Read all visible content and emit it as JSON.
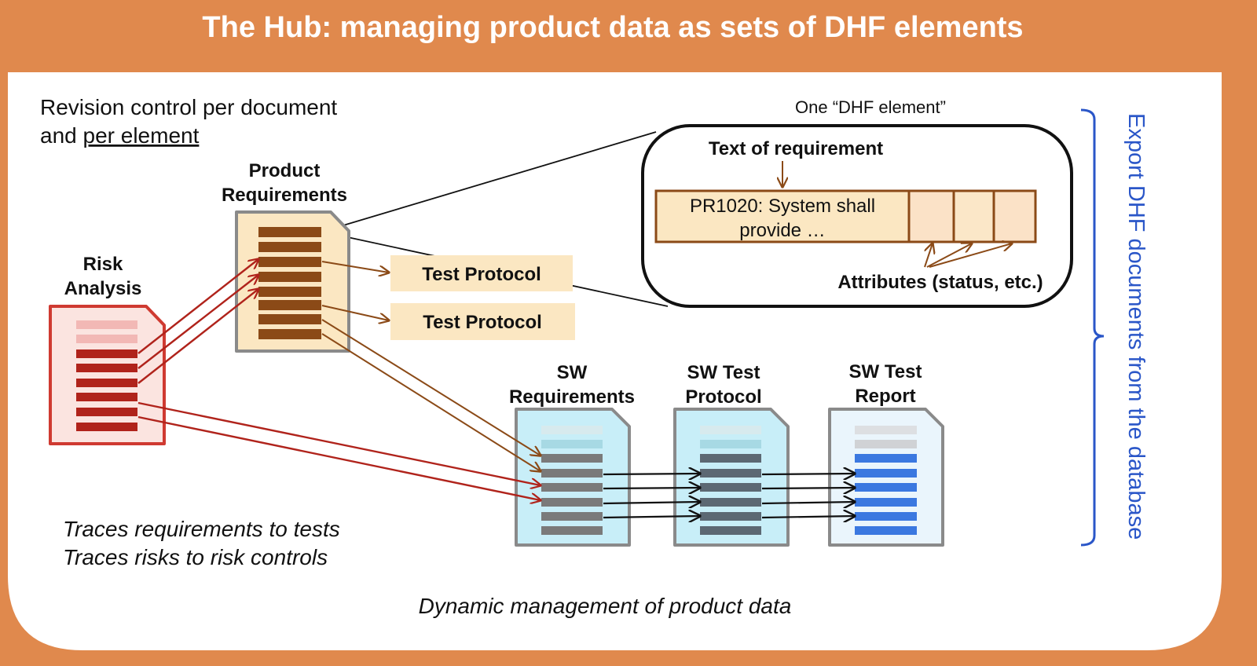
{
  "header": {
    "title": "The Hub: managing product data as sets of DHF elements"
  },
  "intro": {
    "line1": "Revision control per document",
    "line2_prefix": "and ",
    "line2_underlined": "per element"
  },
  "documents": {
    "product_requirements": {
      "label_line1": "Product",
      "label_line2": "Requirements"
    },
    "risk_analysis": {
      "label_line1": "Risk",
      "label_line2": "Analysis"
    },
    "sw_requirements": {
      "label_line1": "SW",
      "label_line2": "Requirements"
    },
    "sw_test_protocol": {
      "label_line1": "SW Test",
      "label_line2": "Protocol"
    },
    "sw_test_report": {
      "label_line1": "SW Test",
      "label_line2": "Report"
    }
  },
  "test_protocols": [
    "Test Protocol",
    "Test Protocol"
  ],
  "dhf_element": {
    "caption": "One “DHF element”",
    "text_label": "Text of requirement",
    "requirement_line1": "PR1020: System shall",
    "requirement_line2": "provide …",
    "attributes_label": "Attributes (status, etc.)"
  },
  "export": {
    "label": "Export DHF documents from the database"
  },
  "traces": {
    "line1": "Traces requirements to tests",
    "line2": "Traces risks to risk controls"
  },
  "footer": {
    "caption": "Dynamic management of product data"
  },
  "colors": {
    "frame": "#e0894d",
    "product_fill": "#fbe7c2",
    "product_bar": "#8b4a17",
    "risk_fill": "#fbe4e0",
    "risk_bar": "#b0231b",
    "sw_fill": "#c8eef8",
    "sw_bar": "#7a7a7a",
    "report_fill": "#eaf5fc",
    "report_bar": "#3b78e0",
    "export_blue": "#2a56c8",
    "test_protocol_fill": "#fbe7c2"
  }
}
